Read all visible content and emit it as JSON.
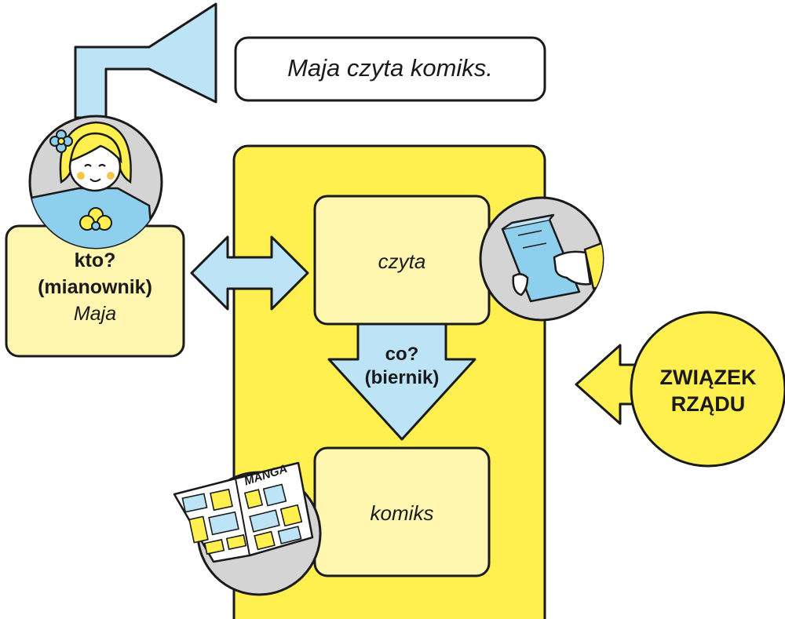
{
  "sentence": "Maja czyta komiks.",
  "subject": {
    "question": "kto?",
    "case": "(mianownik)",
    "word": "Maja"
  },
  "verb": {
    "word": "czyta"
  },
  "object": {
    "question": "co?",
    "case": "(biernik)",
    "word": "komiks"
  },
  "relation": {
    "line1": "ZWIĄZEK",
    "line2": "RZĄDU"
  },
  "manga_label": "MANGA",
  "colors": {
    "yellow": "#fff04f",
    "light_yellow": "#fff6b0",
    "light_blue": "#bde3f7",
    "grey": "#d4d4d4",
    "outline": "#1a1a1a"
  },
  "icons": [
    "girl-avatar-icon",
    "reading-book-icon",
    "manga-comic-icon"
  ]
}
